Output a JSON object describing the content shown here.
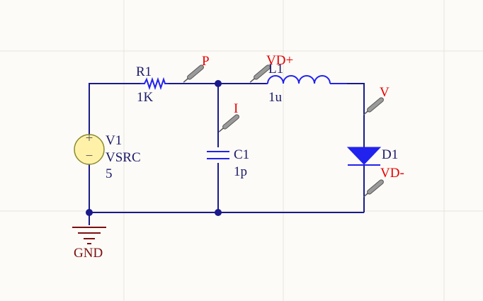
{
  "components": {
    "r1": {
      "ref": "R1",
      "value": "1K"
    },
    "l1": {
      "ref": "L1",
      "value": "1u"
    },
    "c1": {
      "ref": "C1",
      "value": "1p"
    },
    "v1": {
      "ref": "V1",
      "model": "VSRC",
      "value": "5",
      "plus": "+",
      "minus": "−"
    },
    "d1": {
      "ref": "D1"
    },
    "gnd": {
      "label": "GND"
    }
  },
  "probes": {
    "p": "P",
    "vdplus": "VD+",
    "i": "I",
    "v": "V",
    "vdminus": "VD-"
  },
  "colors": {
    "wire": "#1a1a8c",
    "symbol": "#2222ee",
    "probe_label": "#e60000",
    "component_label": "#1a1a6a",
    "ground": "#7a1010",
    "source_fill": "#fff2a8",
    "background": "#fdfbf7"
  }
}
